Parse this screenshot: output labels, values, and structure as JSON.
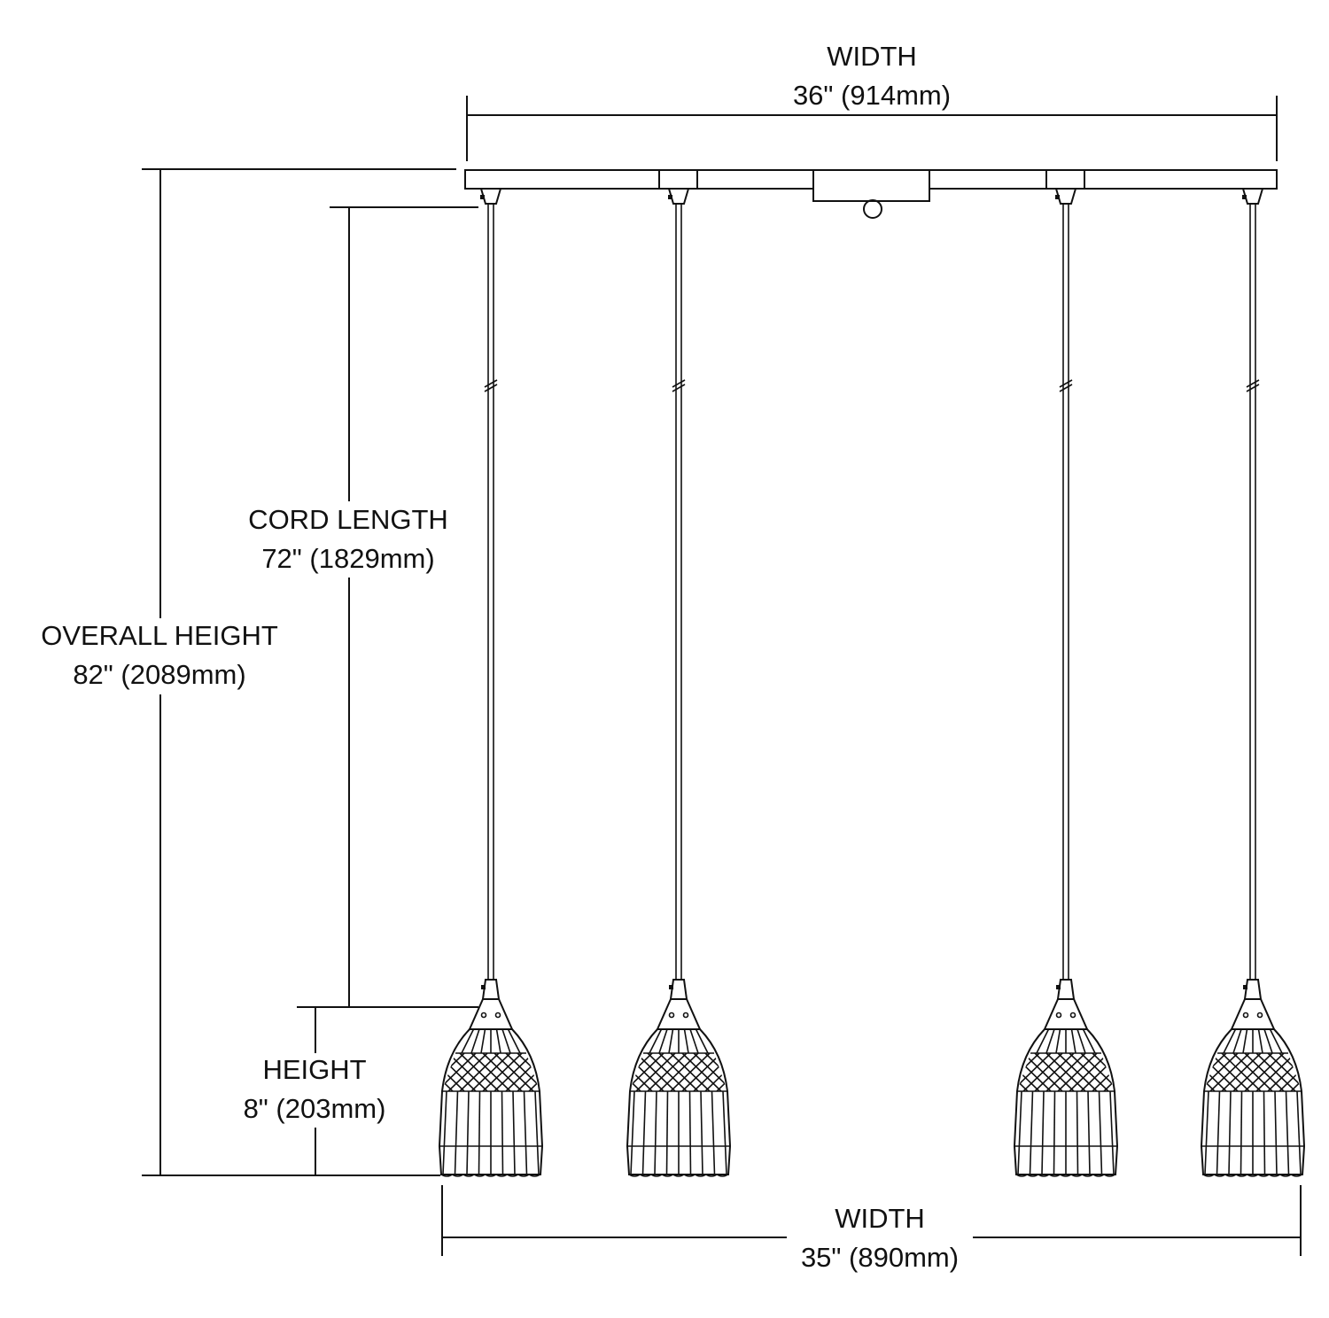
{
  "diagram": {
    "title": "Linear pendant fixture dimension drawing",
    "pendant_count": 4,
    "line_color": "#111111",
    "background": "#ffffff",
    "dimensions": {
      "canopy_width": {
        "label": "WIDTH",
        "value": "36\" (914mm)"
      },
      "cord_length": {
        "label": "CORD LENGTH",
        "value": "72\" (1829mm)"
      },
      "overall_height": {
        "label": "OVERALL HEIGHT",
        "value": "82\" (2089mm)"
      },
      "shade_height": {
        "label": "HEIGHT",
        "value": "8\" (203mm)"
      },
      "fixture_width": {
        "label": "WIDTH",
        "value": "35\" (890mm)"
      }
    },
    "icons": {
      "cord_break": "break-symbol",
      "canopy_hook": "hook-ring"
    }
  }
}
